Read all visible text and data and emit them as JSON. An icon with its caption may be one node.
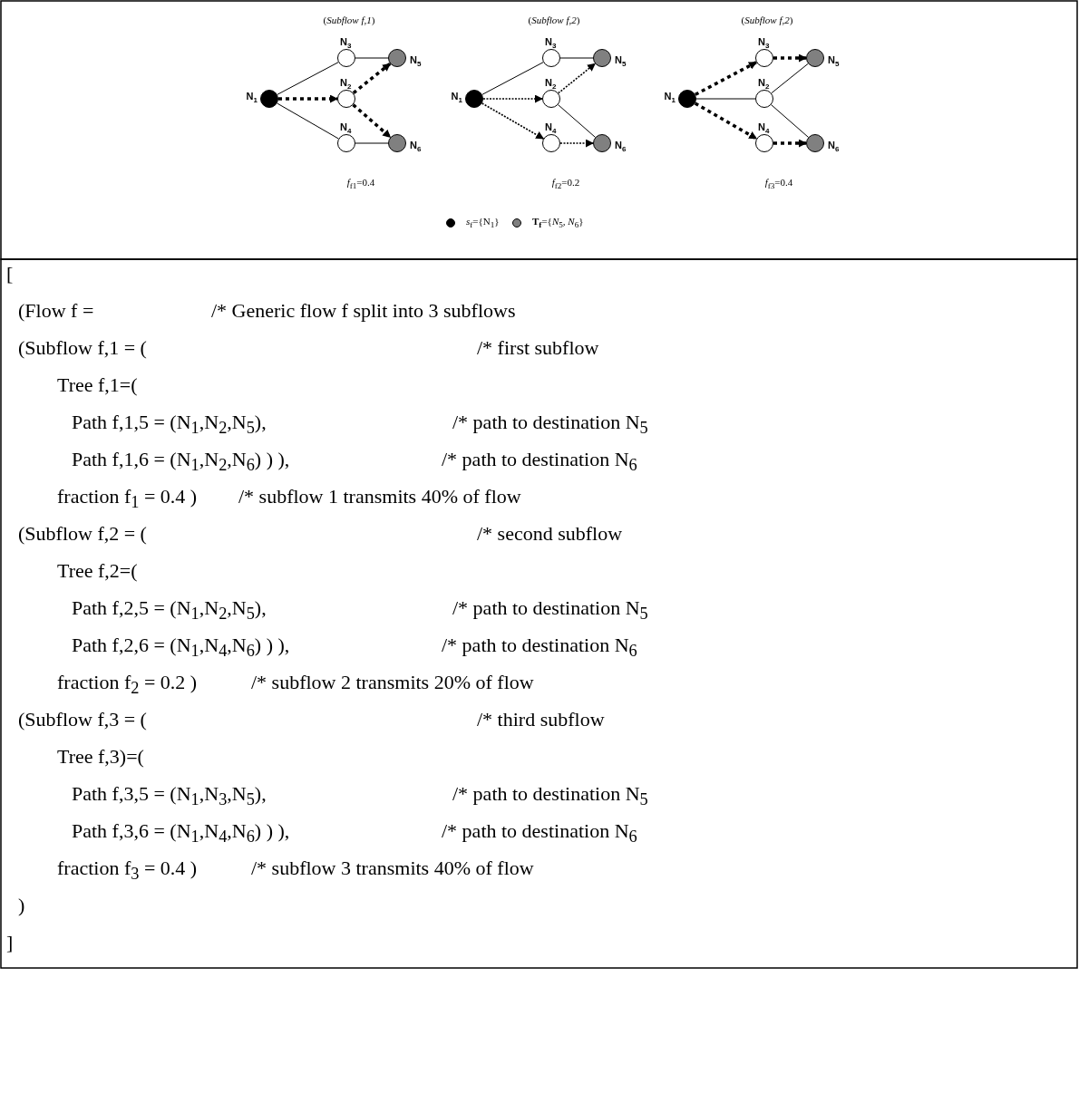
{
  "diagram": {
    "nodes": [
      {
        "text": [],
        "shape": "circle",
        "beside": [
          "N$_{1}$"
        ]
      },
      {
        "text": [],
        "shape": "circle",
        "beside": [
          "N$_{3}$"
        ]
      },
      {
        "text": [],
        "shape": "circle",
        "beside": [
          "N$_{2}$"
        ]
      },
      {
        "text": [],
        "shape": "circle",
        "beside": [
          "N$_{4}$"
        ]
      },
      {
        "text": [],
        "shape": "circle",
        "beside": [
          "N$_{5}$"
        ]
      },
      {
        "text": [],
        "shape": "circle",
        "beside": [
          "N$_{6}$"
        ]
      },
      {
        "text": [],
        "shape": "circle",
        "beside": [
          "N$_{1}$"
        ]
      },
      {
        "text": [],
        "shape": "circle",
        "beside": [
          "N$_{3}$"
        ]
      },
      {
        "text": [],
        "shape": "circle",
        "beside": [
          "N$_{2}$"
        ]
      },
      {
        "text": [],
        "shape": "circle",
        "beside": [
          "N$_{4}$"
        ]
      },
      {
        "text": [],
        "shape": "circle",
        "beside": [
          "N$_{5}$"
        ]
      },
      {
        "text": [],
        "shape": "circle",
        "beside": [
          "N$_{6}$"
        ]
      },
      {
        "text": [],
        "shape": "circle",
        "beside": [
          "N$_{1}$"
        ]
      },
      {
        "text": [],
        "shape": "circle",
        "beside": [
          "N$_{3}$"
        ]
      },
      {
        "text": [],
        "shape": "circle",
        "beside": [
          "N$_{2}$"
        ]
      },
      {
        "text": [],
        "shape": "circle",
        "beside": [
          "N$_{4}$"
        ]
      },
      {
        "text": [],
        "shape": "circle",
        "beside": [
          "N$_{5}$"
        ]
      },
      {
        "text": [],
        "shape": "circle",
        "beside": [
          "N$_{6}$"
        ]
      }
    ],
    "edges": [
      {
        "from": 0,
        "to": 1,
        "arrow": "none"
      },
      {
        "from": 1,
        "to": 4,
        "arrow": "none"
      },
      {
        "from": 0,
        "to": 2,
        "arrow": "to",
        "style": "dashed"
      },
      {
        "from": 2,
        "to": 4,
        "arrow": "to",
        "style": "dashed"
      },
      {
        "from": 2,
        "to": 5,
        "arrow": "to",
        "style": "dashed"
      },
      {
        "from": 0,
        "to": 3,
        "arrow": "none"
      },
      {
        "from": 3,
        "to": 5,
        "arrow": "none"
      },
      {
        "from": 6,
        "to": 7,
        "arrow": "none"
      },
      {
        "from": 7,
        "to": 10,
        "arrow": "none"
      },
      {
        "from": 6,
        "to": 8,
        "arrow": "to",
        "style": "dashed"
      },
      {
        "from": 8,
        "to": 10,
        "arrow": "to",
        "style": "dashed"
      },
      {
        "from": 8,
        "to": 11,
        "arrow": "none"
      },
      {
        "from": 6,
        "to": 9,
        "arrow": "to",
        "style": "dashed"
      },
      {
        "from": 9,
        "to": 11,
        "arrow": "to",
        "style": "dashed"
      },
      {
        "from": 12,
        "to": 13,
        "arrow": "to",
        "style": "dashed"
      },
      {
        "from": 13,
        "to": 16,
        "arrow": "to",
        "style": "dashed"
      },
      {
        "from": 12,
        "to": 14,
        "arrow": "none"
      },
      {
        "from": 14,
        "to": 16,
        "arrow": "none"
      },
      {
        "from": 14,
        "to": 17,
        "arrow": "none"
      },
      {
        "from": 12,
        "to": 15,
        "arrow": "to",
        "style": "dashed"
      },
      {
        "from": 15,
        "to": 17,
        "arrow": "to",
        "style": "dashed"
      }
    ],
    "labels": [
      "(*Subflow f,1*)",
      "(*Subflow f,2*)",
      "(*Subflow f,2*)",
      "*f*$_{f1}$=0.4",
      "*f*$_{f2}$=0.2",
      "*f*$_{f3}$=0.4",
      "[",
      "(Flow f =",
      "/* Generic flow f split into 3 subflows",
      "(Subflow f,1 = (",
      "/* first subflow",
      "Tree f,1=(",
      "Path f,1,5 = (N$_{1}$,N$_{2}$,N$_{5}$),",
      "/* path to destination N$_{5}$",
      "Path f,1,6 = (N$_{1}$,N$_{2}$,N$_{6}$) ) ),",
      "/* path to destination N$_{6}$",
      "fraction f$_{1}$ = 0.4 )",
      "/* subflow 1 transmits 40% of flow",
      "(Subflow f,2 = (",
      "/* second subflow",
      "Tree f,2=(",
      "Path f,2,5 = (N$_{1}$,N$_{2}$,N$_{5}$),",
      "/* path to destination N$_{5}$",
      "Path f,2,6 = (N$_{1}$,N$_{4}$,N$_{6}$) ) ),",
      "/* path to destination N$_{6}$",
      "fraction f$_{2}$ = 0.2 )",
      "/* subflow 2 transmits 20% of flow",
      "(Subflow f,3 = (",
      "/* third subflow",
      "Tree f,3)=(",
      "Path f,3,5 = (N$_{1}$,N$_{3}$,N$_{5}$),",
      "/* path to destination N$_{5}$",
      "Path f,3,6 = (N$_{1}$,N$_{4}$,N$_{6}$) ) ),",
      "/* path to destination N$_{6}$",
      "fraction f$_{3}$ = 0.4 )",
      "/* subflow 3 transmits 40% of flow",
      ")",
      "]"
    ],
    "legend": [
      {
        "text": "*s*$_{f}$={N$_{1}$}",
        "color": "#000000"
      },
      {
        "text": "**T$_{f}$**={*N*$_{5}$, *N*$_{6}$}",
        "color": "#808080"
      }
    ]
  }
}
